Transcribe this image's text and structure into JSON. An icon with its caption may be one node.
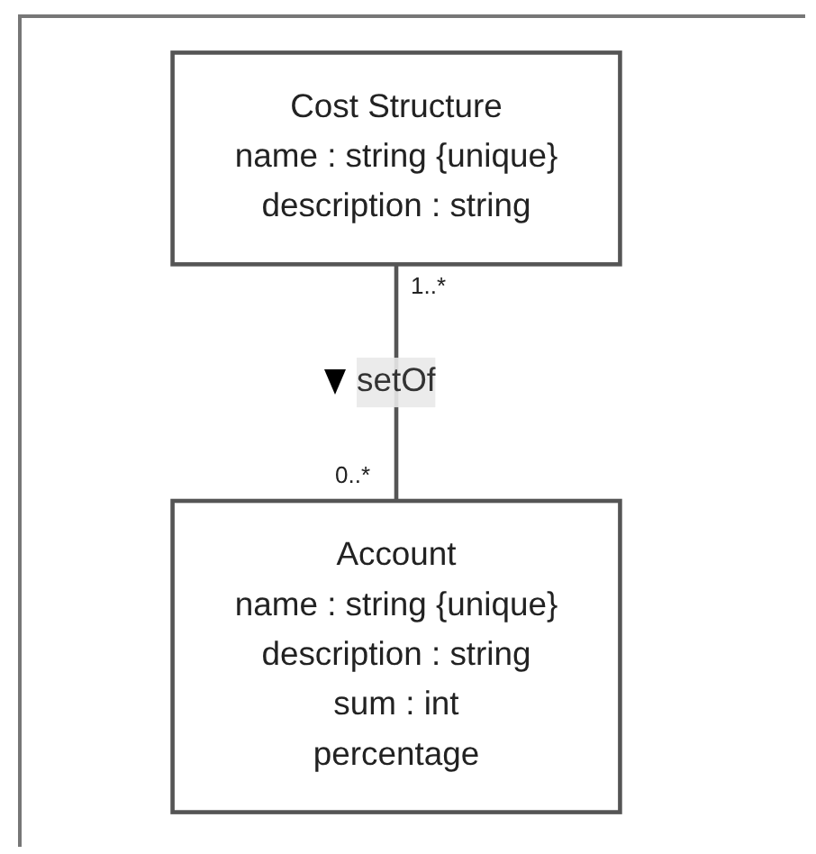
{
  "diagram": {
    "nodes": [
      {
        "text": [
          "Cost Structure",
          "name : string {unique}",
          "description : string"
        ]
      },
      {
        "text": [
          "Account",
          "name : string {unique}",
          "description : string",
          "sum : int",
          "percentage"
        ]
      }
    ],
    "edges": [
      {
        "from": 0,
        "to": 1,
        "arrow": "none",
        "label": "setOf"
      }
    ],
    "labels": [
      "1..*",
      "0..*"
    ]
  }
}
